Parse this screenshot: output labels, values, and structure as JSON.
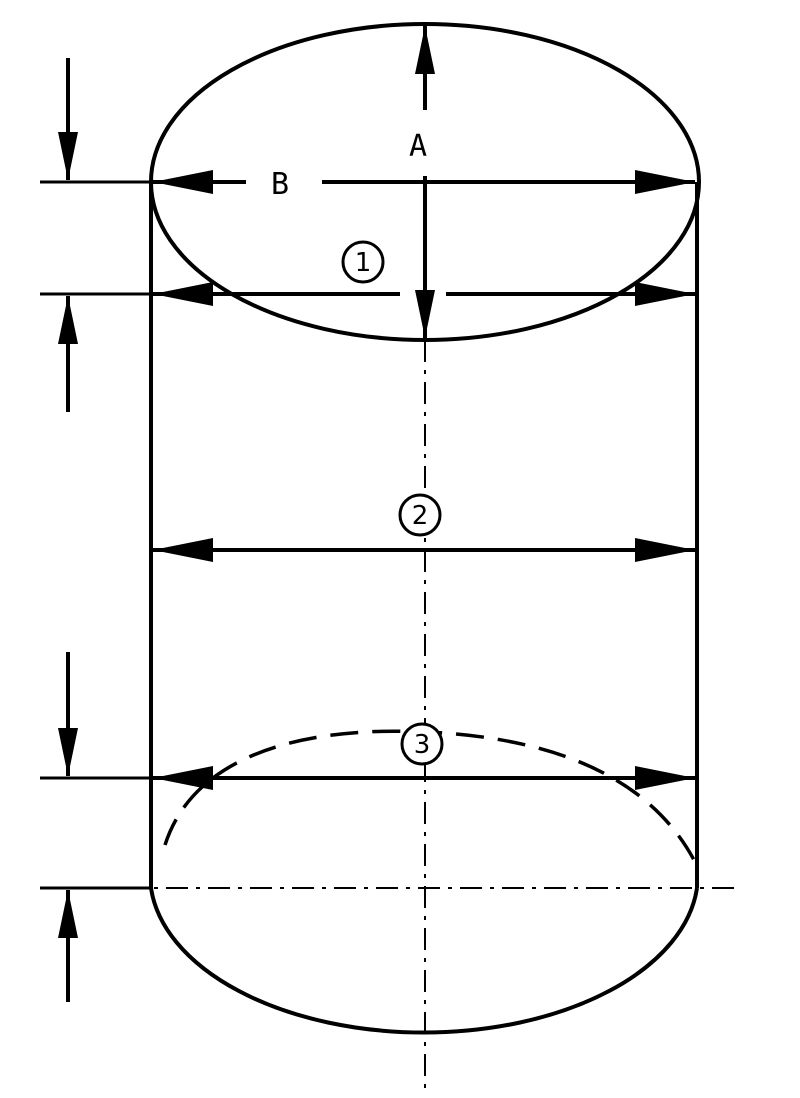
{
  "labels": {
    "a": "A",
    "b": "B",
    "section_1": "1",
    "section_2": "2",
    "section_3": "3"
  },
  "colors": {
    "stroke": "#000000",
    "background": "#ffffff"
  }
}
